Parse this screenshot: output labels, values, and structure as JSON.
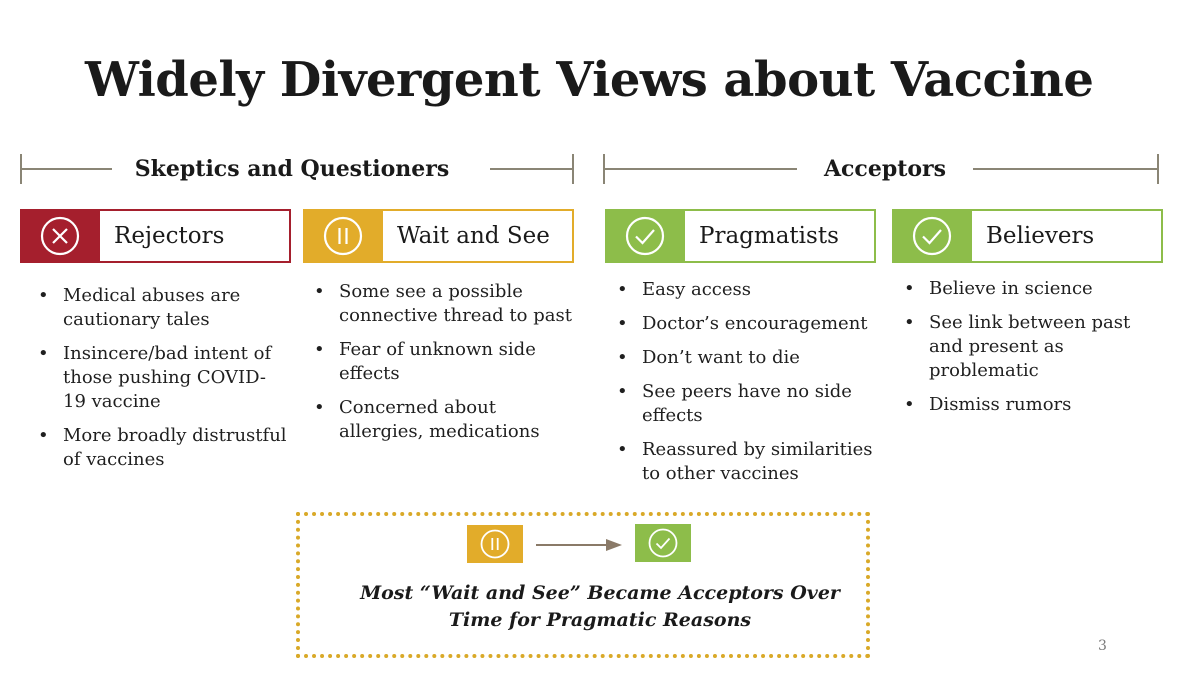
{
  "title": "Widely Divergent Views about Vaccine",
  "groups": {
    "skeptics": "Skeptics and Questioners",
    "acceptors": "Acceptors"
  },
  "colors": {
    "rejectors": "#a51f2d",
    "wait_and_see": "#e2ac2a",
    "accept": "#8dbd4a",
    "bracket": "#8a8575",
    "callout_border": "#d9a928"
  },
  "categories": [
    {
      "name": "Rejectors",
      "icon": "x-circle-icon",
      "bullets": [
        "Medical abuses are cautionary tales",
        "Insincere/bad intent of those pushing COVID-19 vaccine",
        "More broadly distrustful of vaccines"
      ]
    },
    {
      "name": "Wait and See",
      "icon": "pause-circle-icon",
      "bullets": [
        "Some see a possible connective thread to past",
        "Fear of unknown side effects",
        "Concerned about allergies, medications"
      ]
    },
    {
      "name": "Pragmatists",
      "icon": "check-circle-icon",
      "bullets": [
        "Easy access",
        "Doctor’s encouragement",
        "Don’t want to die",
        "See peers have no side effects",
        "Reassured by similarities to other vaccines"
      ]
    },
    {
      "name": "Believers",
      "icon": "check-circle-icon",
      "bullets": [
        "Believe in science",
        "See link between past and present as problematic",
        "Dismiss rumors"
      ]
    }
  ],
  "callout": {
    "line1": "Most “Wait and See” Became Acceptors Over",
    "line2": "Time for Pragmatic Reasons"
  },
  "page_number": "3"
}
